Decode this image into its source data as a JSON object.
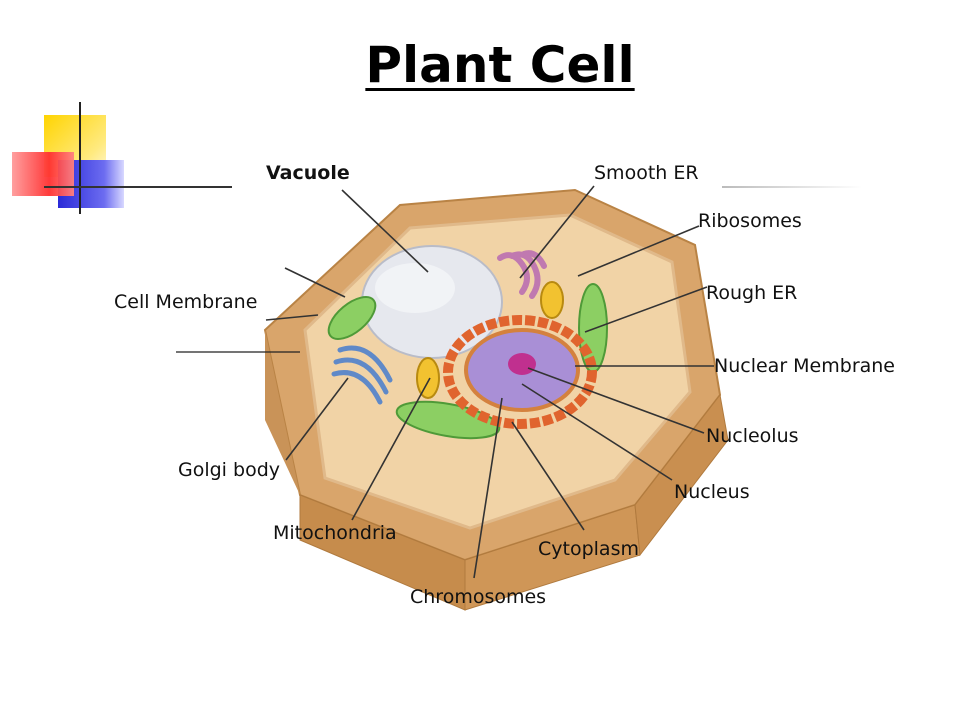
{
  "title": "Plant Cell",
  "labels": {
    "vacuole": "Vacuole",
    "smooth_er": "Smooth ER",
    "ribosomes": "Ribosomes",
    "rough_er": "Rough ER",
    "cell_membrane": "Cell Membrane",
    "nuclear_membrane": "Nuclear Membrane",
    "nucleolus": "Nucleolus",
    "golgi_body": "Golgi body",
    "nucleus": "Nucleus",
    "mitochondria": "Mitochondria",
    "cytoplasm": "Cytoplasm",
    "chromosomes": "Chromosomes"
  },
  "colors": {
    "wall": "#d9a56b",
    "cytoplasm": "#f1d3a6",
    "vacuole": "#e6e8ee",
    "nucleus": "#a98fd6",
    "nucleolus": "#c0308f",
    "chloroplast": "#8ccf63",
    "mitochondria": "#f2c230",
    "golgi": "#5f89c8",
    "er": "#e0642e",
    "smooth_er": "#c079b0"
  }
}
